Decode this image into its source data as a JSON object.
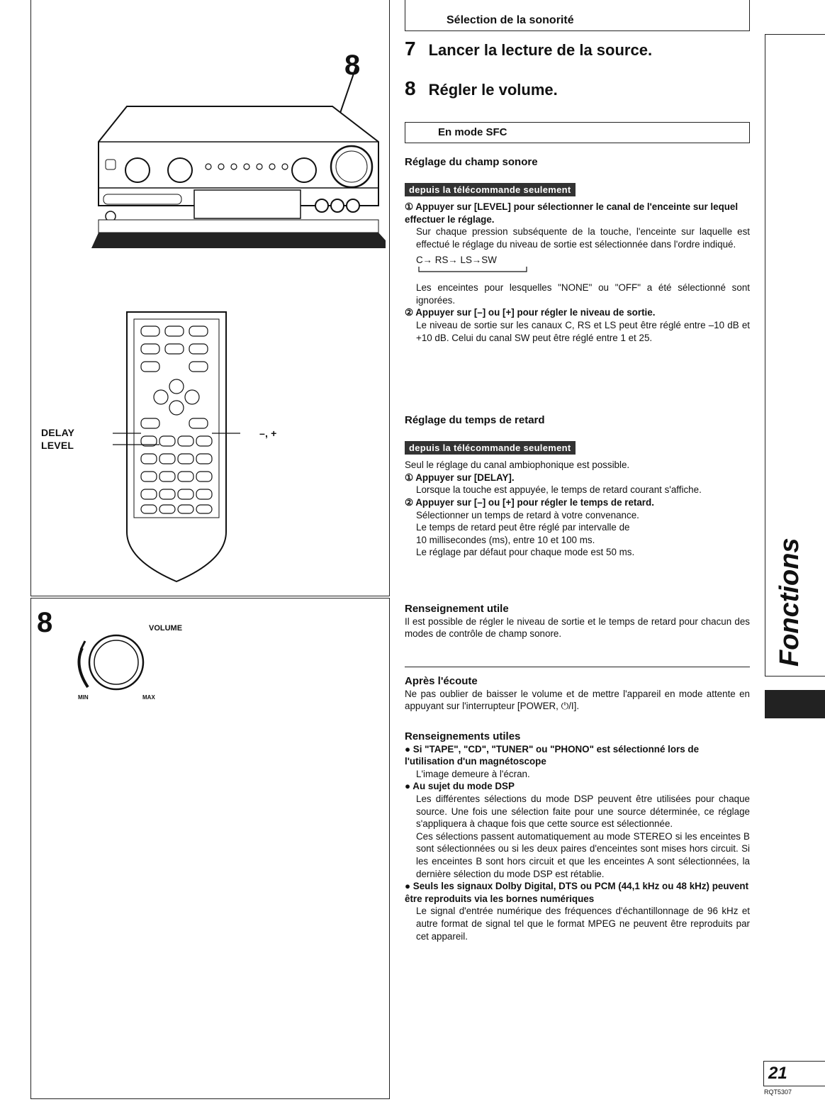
{
  "left": {
    "callout_8_top": "8",
    "label_delay": "DELAY",
    "label_level": "LEVEL",
    "label_minus_plus": "–, +",
    "callout_8_bottom": "8",
    "volume_label": "VOLUME",
    "min_label": "MIN",
    "max_label": "MAX"
  },
  "header_box": "Sélection de la sonorité",
  "steps": [
    {
      "num": "7",
      "text": "Lancer la lecture de la source."
    },
    {
      "num": "8",
      "text": "Régler le volume."
    }
  ],
  "mode_box": "En mode SFC",
  "sfc_field": {
    "heading": "Réglage du champ sonore",
    "tag": "depuis la télécommande seulement",
    "step1_bold": "① Appuyer sur [LEVEL] pour sélectionner le canal de l'enceinte sur lequel effectuer le réglage.",
    "step1_text": "Sur chaque pression subséquente de la touche, l'enceinte sur laquelle est effectué le réglage du niveau de sortie est sélectionnée dans l'ordre indiqué.",
    "sequence": "C→ RS→ LS→SW",
    "ignored_text": "Les enceintes pour lesquelles \"NONE\" ou \"OFF\" a été sélectionné sont ignorées.",
    "step2_bold": "② Appuyer sur [–] ou [+] pour régler le niveau de sortie.",
    "step2_text": "Le niveau de sortie sur les canaux C, RS et LS peut être réglé entre –10 dB et +10 dB. Celui du canal SW peut être réglé entre 1 et 25."
  },
  "delay": {
    "heading": "Réglage du temps de retard",
    "tag": "depuis la télécommande seulement",
    "intro": "Seul le réglage du canal ambiophonique est possible.",
    "step1_bold": "① Appuyer sur [DELAY].",
    "step1_text": "Lorsque la touche est appuyée, le temps de retard courant s'affiche.",
    "step2_bold": "② Appuyer sur [–] ou [+] pour régler le temps de retard.",
    "step2_line1": "Sélectionner un temps de retard à votre convenance.",
    "step2_line2": "Le temps de retard peut être réglé par intervalle de",
    "step2_line3": "10 millisecondes (ms), entre 10 et 100 ms.",
    "step2_line4": "Le réglage par défaut pour chaque mode est 50 ms."
  },
  "tip": {
    "heading": "Renseignement utile",
    "text": "Il est possible de régler le niveau de sortie et le temps de retard pour chacun des modes de contrôle de champ sonore."
  },
  "after": {
    "heading": "Après l'écoute",
    "text": "Ne pas oublier de baisser le volume et de mettre l'appareil en mode attente en appuyant sur l'interrupteur [POWER, ⏻/I]."
  },
  "tips": {
    "heading": "Renseignements utiles",
    "b1_bold": "● Si \"TAPE\", \"CD\", \"TUNER\" ou \"PHONO\" est sélectionné lors de l'utilisation d'un magnétoscope",
    "b1_text": "L'image demeure à l'écran.",
    "b2_bold": "● Au sujet du mode DSP",
    "b2_text1": "Les différentes sélections du mode DSP peuvent être utilisées pour chaque source. Une fois une sélection faite pour une source déterminée, ce réglage s'appliquera à chaque fois que cette source est sélectionnée.",
    "b2_text2": "Ces sélections passent automatiquement au mode STEREO si les enceintes B sont sélectionnées ou si les deux paires d'enceintes sont mises hors circuit. Si les enceintes B sont hors circuit et que les enceintes A sont sélectionnées, la dernière sélection du mode DSP est rétablie.",
    "b3_bold": "● Seuls les signaux Dolby Digital, DTS ou PCM (44,1 kHz ou 48 kHz) peuvent être reproduits via les bornes numériques",
    "b3_text": "Le signal d'entrée numérique des fréquences d'échantillonnage de 96 kHz et autre format de signal tel que le format MPEG ne peuvent être reproduits par cet appareil."
  },
  "sidebar": {
    "section": "Fonctions"
  },
  "footer": {
    "page_number": "21",
    "code": "RQT5307"
  },
  "colors": {
    "ink": "#111111",
    "tag_bg": "#333333"
  }
}
